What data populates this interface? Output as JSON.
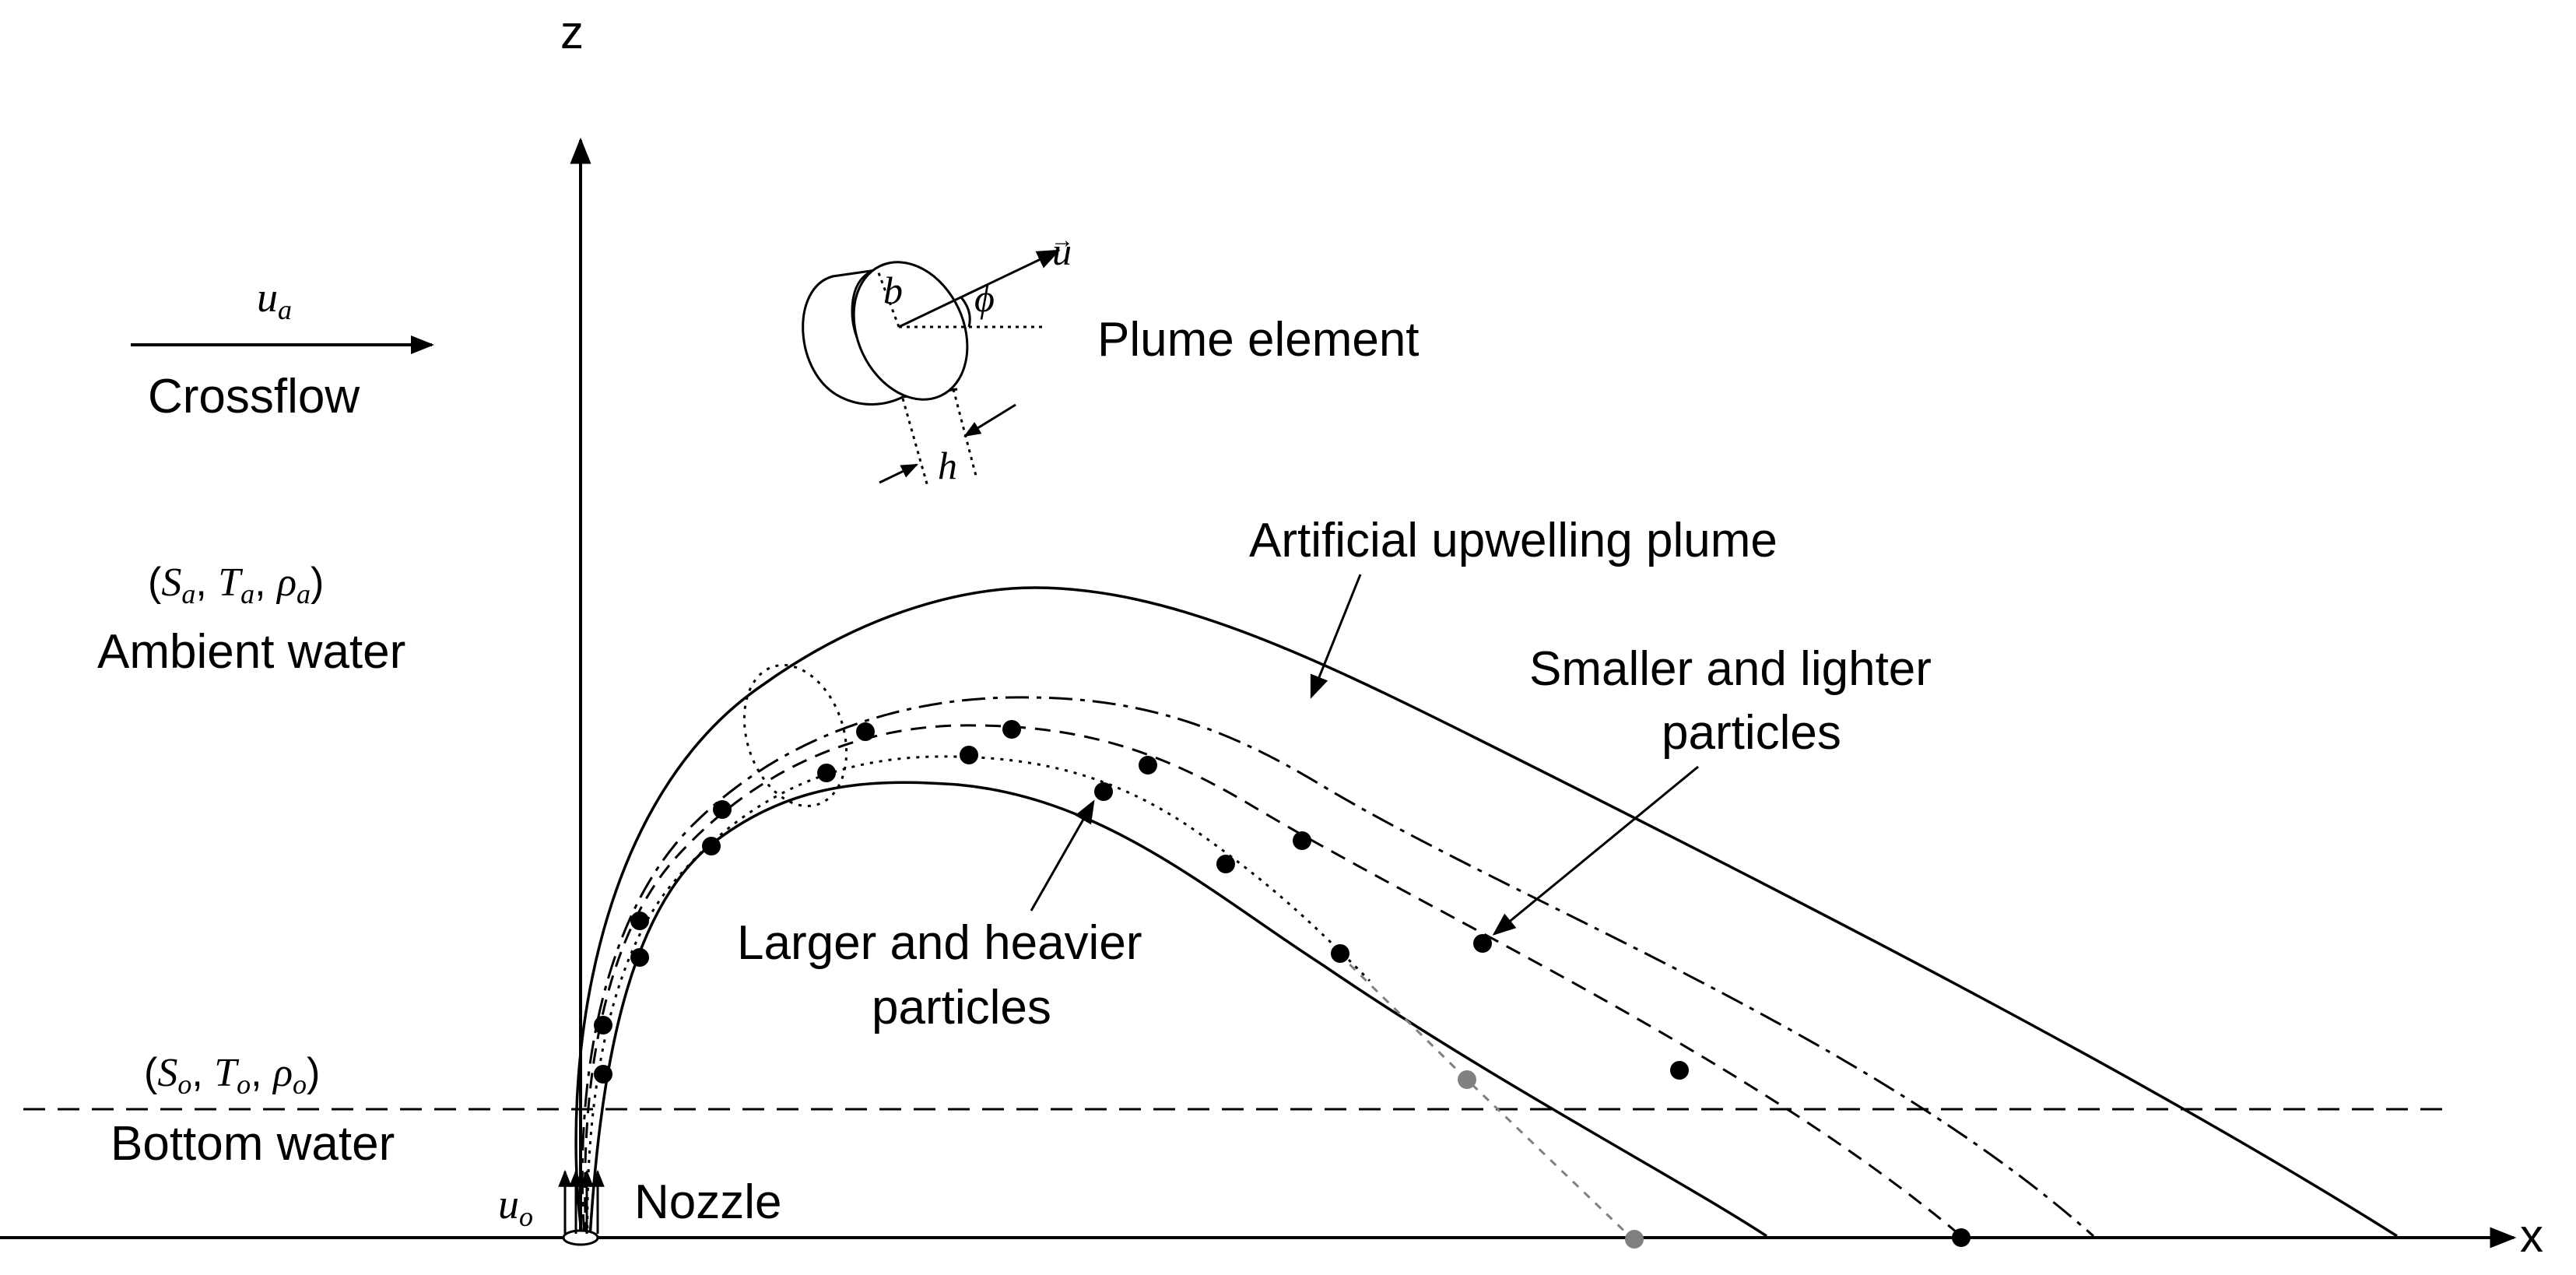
{
  "axes": {
    "z_label": "z",
    "x_label": "x"
  },
  "crossflow": {
    "velocity_symbol": "u",
    "velocity_sub": "a",
    "label": "Crossflow"
  },
  "ambient": {
    "props_S": "S",
    "props_S_sub": "a",
    "props_T": "T",
    "props_T_sub": "a",
    "props_rho": "ρ",
    "props_rho_sub": "a",
    "label": "Ambient water"
  },
  "bottom": {
    "props_S": "S",
    "props_S_sub": "o",
    "props_T": "T",
    "props_T_sub": "o",
    "props_rho": "ρ",
    "props_rho_sub": "o",
    "label": "Bottom water"
  },
  "nozzle": {
    "velocity_symbol": "u",
    "velocity_sub": "o",
    "label": "Nozzle"
  },
  "plume_element": {
    "label": "Plume element",
    "b_symbol": "b",
    "phi_symbol": "ϕ",
    "h_symbol": "h",
    "u_symbol": "u",
    "u_vector_mark": "→"
  },
  "annotations": {
    "plume": "Artificial upwelling plume",
    "smaller_line1": "Smaller and  lighter",
    "smaller_line2": "particles",
    "larger_line1": "Larger and  heavier",
    "larger_line2": "particles"
  },
  "colors": {
    "ink": "#000000",
    "grey_trajectory": "#808080"
  }
}
